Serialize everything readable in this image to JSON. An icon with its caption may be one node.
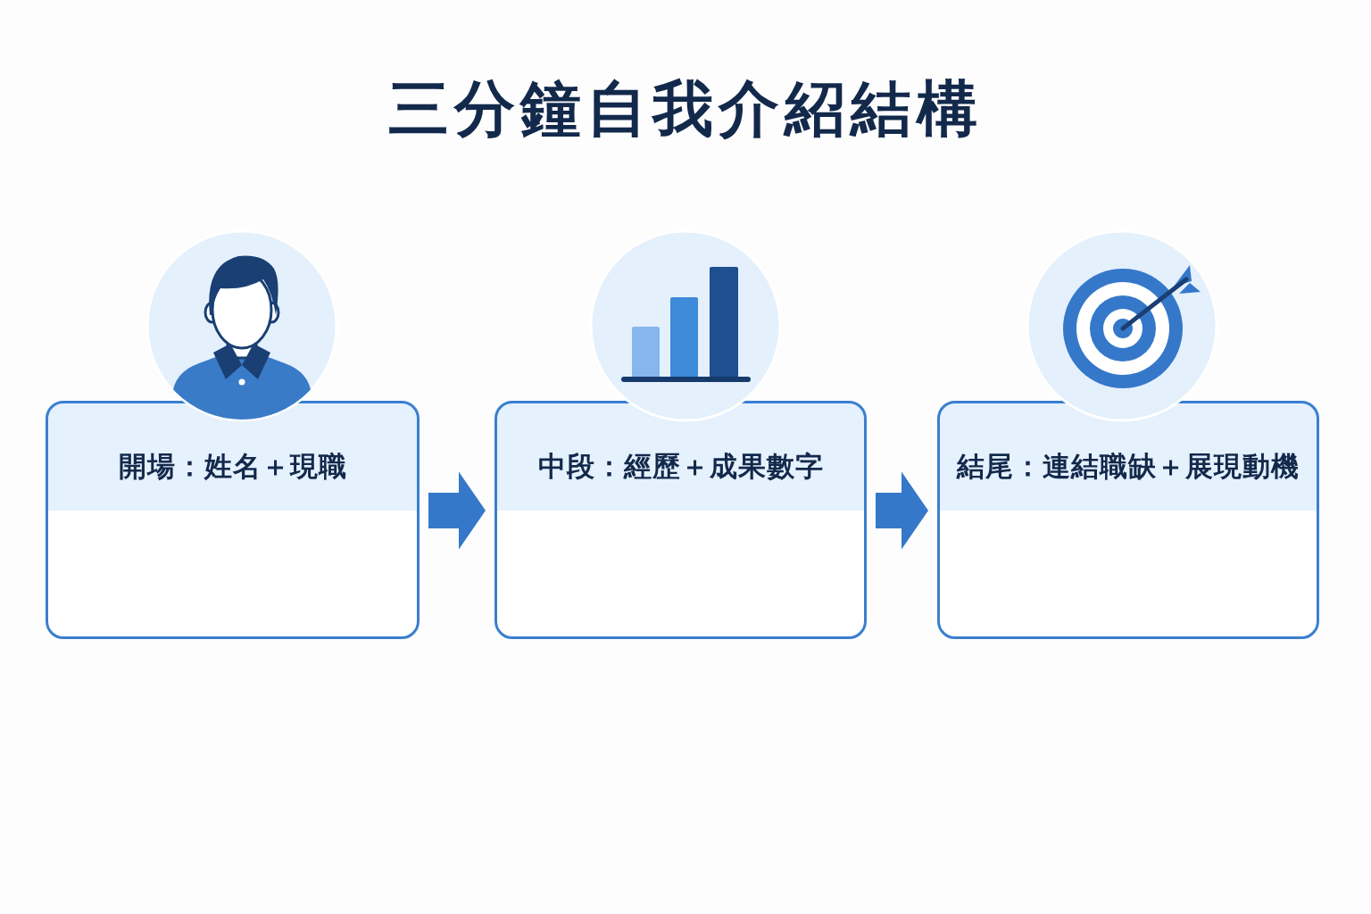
{
  "diagram": {
    "title": "三分鐘自我介紹結構",
    "nodes": [
      {
        "text": [
          "開場：姓名＋現職"
        ]
      },
      {
        "text": [
          "中段：經歷＋成果數字"
        ]
      },
      {
        "text": [
          "結尾：連結職缺＋展現動機"
        ]
      }
    ],
    "edges": [
      {
        "from": 0,
        "to": 1,
        "arrow": "to"
      },
      {
        "from": 1,
        "to": 2,
        "arrow": "to"
      }
    ]
  }
}
